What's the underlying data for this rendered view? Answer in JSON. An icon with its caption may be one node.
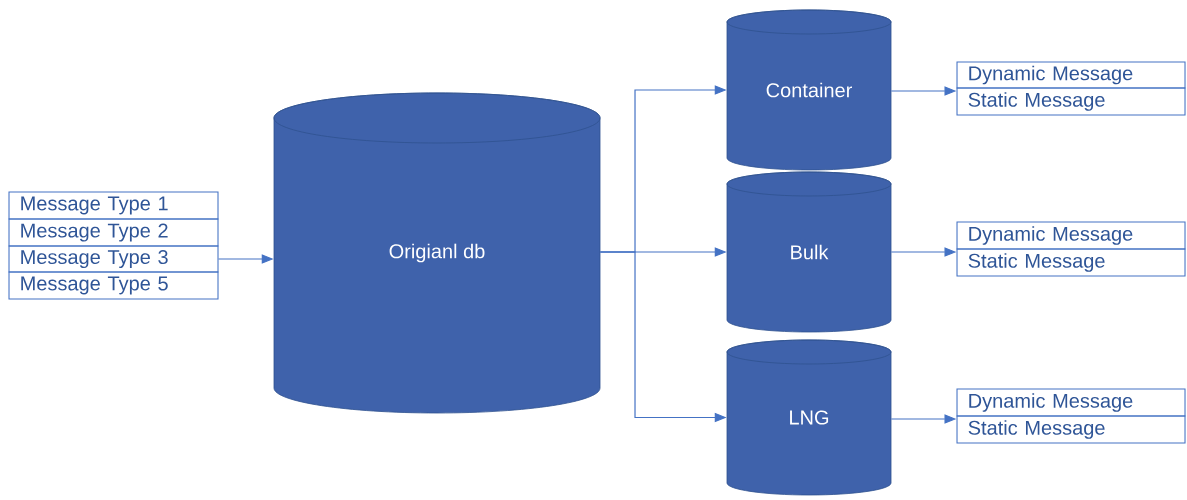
{
  "diagram": {
    "nodes": [
      {
        "text": [
          "Message Type 1"
        ]
      },
      {
        "text": [
          "Message Type 2"
        ]
      },
      {
        "text": [
          "Message Type 3"
        ]
      },
      {
        "text": [
          "Message Type 5"
        ]
      },
      {
        "text": [
          "Origianl db"
        ]
      },
      {
        "text": [
          "Container"
        ]
      },
      {
        "text": [
          "Bulk"
        ]
      },
      {
        "text": [
          "LNG"
        ]
      },
      {
        "text": [
          "Dynamic Message"
        ]
      },
      {
        "text": [
          "Static Message"
        ]
      },
      {
        "text": [
          "Dynamic Message"
        ]
      },
      {
        "text": [
          "Static Message"
        ]
      },
      {
        "text": [
          "Dynamic Message"
        ]
      },
      {
        "text": [
          "Static Message"
        ]
      }
    ],
    "edges": [
      {
        "from": 2,
        "to": 4,
        "arrow": "to"
      },
      {
        "from": 4,
        "to": 5,
        "arrow": "to"
      },
      {
        "from": 4,
        "to": 6,
        "arrow": "to"
      },
      {
        "from": 4,
        "to": 7,
        "arrow": "to"
      },
      {
        "from": 5,
        "to": 9,
        "arrow": "to"
      },
      {
        "from": 6,
        "to": 11,
        "arrow": "to"
      },
      {
        "from": 7,
        "to": 13,
        "arrow": "to"
      }
    ]
  }
}
